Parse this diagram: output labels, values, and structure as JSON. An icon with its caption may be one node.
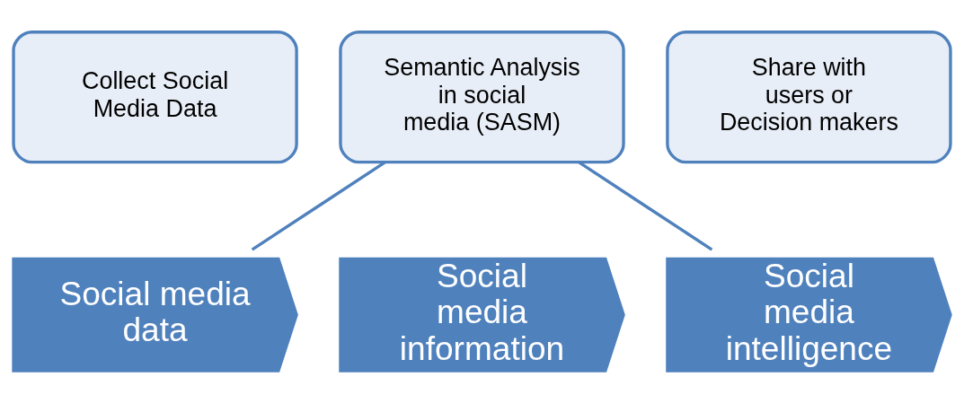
{
  "diagram": {
    "nodes": [
      {
        "text": [
          "Collect Social Media Data"
        ]
      },
      {
        "text": [
          "Semantic Analysis in social media (SASM)"
        ]
      },
      {
        "text": [
          "Share with users or Decision makers"
        ]
      },
      {
        "text": [
          "Social media data"
        ]
      },
      {
        "text": [
          "Social media information"
        ]
      },
      {
        "text": [
          "Social media intelligence"
        ]
      }
    ],
    "edges": [
      {
        "from": 1,
        "to": 3,
        "arrow": "none"
      },
      {
        "from": 1,
        "to": 5,
        "arrow": "none"
      }
    ]
  }
}
